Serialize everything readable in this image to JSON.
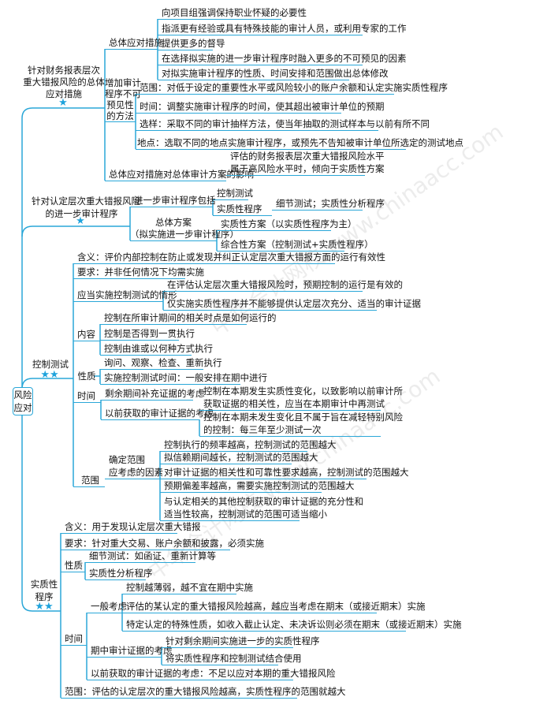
{
  "root": {
    "line1": "风险",
    "line2": "应对"
  },
  "watermark": "中华会计网校 www.chinaacc.com",
  "colors": {
    "line": "#2aa7d8",
    "star": "#1fa3dc"
  },
  "financial_level": {
    "title": [
      "针对财务报表层次",
      "重大错报风险的总体",
      "应对措施"
    ],
    "stars": "★",
    "overall": {
      "label": "总体应对措施",
      "items": [
        "向项目组强调保持职业怀疑的必要性",
        "指派更有经验或具有特殊技能的审计人员，或利用专家的工作",
        "提供更多的督导",
        "在选择拟实施的进一步审计程序时融入更多的不可预见的因素",
        "对拟实施审计程序的性质、时间安排和范围做出总体修改"
      ]
    },
    "unpredict": {
      "label": [
        "增加审计",
        "程序不可",
        "预见性",
        "的方法"
      ],
      "items": [
        "范围：对低于设定的重要性水平或风险较小的账户余额和认定实施实质性程序",
        "时间：调整实施审计程序的时间，使其超出被审计单位的预期",
        "选样：采取不同的审计抽样方法，使当年抽取的测试样本与以前有所不同",
        "地点：选取不同的地点实施审计程序，或预先不告知被审计单位所选定的测试地点"
      ]
    },
    "impact": {
      "label": "总体应对措施对总体审计方案的影响",
      "result": [
        "评估的财务报表层次重大错报风险水平",
        "属于高风险水平时，倾向于实质性方案"
      ]
    }
  },
  "assertion_level": {
    "title": [
      "针对认定层次重大错报风险",
      "的进一步审计程序"
    ],
    "stars": "★",
    "include": {
      "label": "进一步审计程序包括",
      "items": [
        "控制测试",
        "实质性程序"
      ],
      "sub": "细节测试；实质性分析程序"
    },
    "plan": {
      "label": [
        "总体方案",
        "（拟实施进一步审计程序）"
      ],
      "items": [
        "实质性方案（以实质性程序为主）",
        "综合性方案（控制测试+实质性程序）"
      ]
    }
  },
  "control_test": {
    "title": "控制测试",
    "stars": "★★",
    "meaning": "含义：评价内部控制在防止或发现并纠正认定层次重大错报方面的运行有效性",
    "requirement": "要求：并非任何情况下均需实施",
    "situations": {
      "label": "应当实施控制测试的情形",
      "items": [
        "在评估认定层次重大错报风险时，预期控制的运行是有效的",
        "仅实施实质性程序并不能够提供认定层次充分、适当的审计证据"
      ]
    },
    "content": {
      "label": "内容",
      "items": [
        "控制在所审计期间的相关时点是如何运行的",
        "控制是否得到一贯执行",
        "控制由谁或以何种方式执行"
      ]
    },
    "nature": {
      "label": "性质",
      "items": [
        "询问、观察、检查、重新执行",
        "实施控制测试时间：一般安排在期中进行"
      ]
    },
    "timing": {
      "label": "时间",
      "items": [
        "剩余期间补充证据的考虑",
        "以前获取的审计证据的考虑"
      ],
      "prior": [
        [
          "控制在本期发生实质性变化，以致影响以前审计所",
          "获取证据的相关性，应当在本期审计中再测试"
        ],
        [
          "控制在本期未发生变化且不属于旨在减轻特别风险",
          "的控制：每三年至少测试一次"
        ]
      ]
    },
    "scope": {
      "label": "范围",
      "factors_label": [
        "确定范围",
        "应考虑的因素"
      ],
      "items": [
        "控制执行的频率越高，控制测试的范围越大",
        "拟信赖期间越长，控制测试的范围越大",
        "对审计证据的相关性和可靠性要求越高，控制测试的范围越大",
        "预期偏差率越高，需要实施控制测试的范围越大"
      ],
      "last": [
        "与认定相关的其他控制获取的审计证据的充分性和",
        "适当性较高，控制测试的范围可适当缩小"
      ]
    }
  },
  "substantive": {
    "title": [
      "实质性",
      "程序"
    ],
    "stars": "★★",
    "meaning": "含义：用于发现认定层次重大错报",
    "requirement": "要求：针对重大交易、账户余额和披露，必须实施",
    "nature": {
      "label": "性质",
      "items": [
        "细节测试：如函证、重新计算等",
        "实质性分析程序"
      ]
    },
    "timing": {
      "label": "时间",
      "general": {
        "label": "一般考虑",
        "items": [
          "控制越薄弱，越不宜在期中实施",
          "评估的某认定的重大错报风险越高，越应当考虑在期末（或接近期末）实施",
          "特定认定的特殊性质，如收入截止认定、未决诉讼则必须在期末（或接近期末）实施"
        ]
      },
      "interim": {
        "label": "期中审计证据的考虑",
        "items": [
          "针对剩余期间实施进一步的实质性程序",
          "将实质性程序和控制测试结合使用"
        ]
      },
      "prior": "以前获取的审计证据的考虑：不足以应对本期的重大错报风险"
    },
    "scope": "范围：评估的认定层次的重大错报风险越高，实质性程序的范围就越大"
  }
}
